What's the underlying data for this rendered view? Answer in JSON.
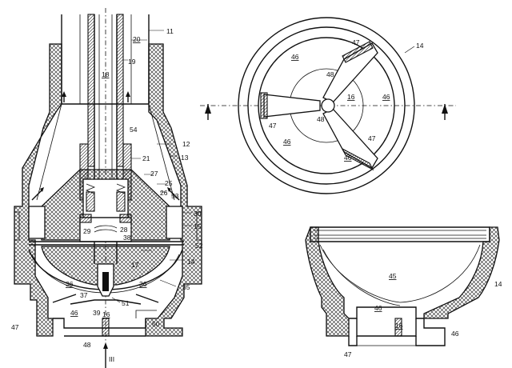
{
  "labels": {
    "l11": "11",
    "l20": "20",
    "l19": "19",
    "l18": "18",
    "l54": "54",
    "l12": "12",
    "l13": "13",
    "l21": "21",
    "l27": "27",
    "l25": "25",
    "l26": "26",
    "l53": "53",
    "l30": "30",
    "l15": "15",
    "l28": "28",
    "l29": "29",
    "l38": "38",
    "l52": "52",
    "l17": "17",
    "l14a": "14",
    "l35": "35",
    "l36a": "36",
    "l36b": "36",
    "l37": "37",
    "l51": "51",
    "l39": "39",
    "l46a": "46",
    "l16a": "16",
    "l50": "50",
    "l47a": "47",
    "l48a": "48",
    "l3": "III",
    "t14": "14",
    "t47a": "47",
    "t46a": "46",
    "t48a": "48",
    "t16": "16",
    "t46b": "46",
    "t47b": "47",
    "t48b": "48",
    "t46c": "46",
    "t47c": "47",
    "t46d": "46",
    "b45": "45",
    "b46a": "46",
    "b16": "16",
    "b46b": "46",
    "b14": "14",
    "b47": "47"
  }
}
